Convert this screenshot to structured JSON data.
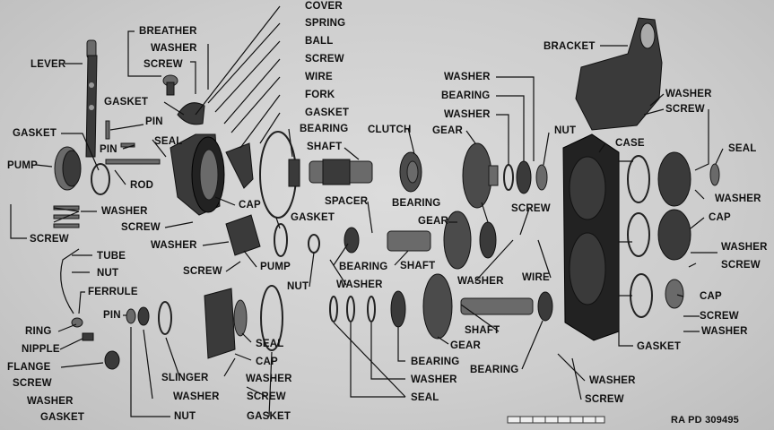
{
  "labels": {
    "cover": "COVER",
    "spring": "SPRING",
    "ball": "BALL",
    "screw_top": "SCREW",
    "wire_top": "WIRE",
    "fork": "FORK",
    "gasket_top": "GASKET",
    "breather": "BREATHER",
    "washer_top": "WASHER",
    "screw_breather": "SCREW",
    "lever": "LEVER",
    "gasket_left_top": "GASKET",
    "pin_upper": "PIN",
    "seal_left": "SEAL",
    "pin_lower": "PIN",
    "gasket_left": "GASKET",
    "pump_left": "PUMP",
    "rod": "ROD",
    "cap_mid": "CAP",
    "washer_left": "WASHER",
    "screw_left": "SCREW",
    "screw_mid": "SCREW",
    "washer_mid": "WASHER",
    "screw_mid2": "SCREW",
    "pump_mid": "PUMP",
    "gasket_pump": "GASKET",
    "bearing_shaft": "BEARING",
    "shaft_top": "SHAFT",
    "clutch": "CLUTCH",
    "spacer": "SPACER",
    "bearing_mid": "BEARING",
    "shaft_mid": "SHAFT",
    "nut_mid": "NUT",
    "washer_mid2": "WASHER",
    "tube": "TUBE",
    "nut_left": "NUT",
    "ferrule": "FERRULE",
    "ring": "RING",
    "nipple": "NIPPLE",
    "flange": "FLANGE",
    "screw_flange": "SCREW",
    "washer_flange": "WASHER",
    "gasket_flange": "GASKET",
    "pin_bottom": "PIN",
    "nut_bottom": "NUT",
    "slinger": "SLINGER",
    "washer_bottom": "WASHER",
    "seal_bottom": "SEAL",
    "cap_bottom": "CAP",
    "washer_bottom2": "WASHER",
    "screw_bottom": "SCREW",
    "gasket_bottom": "GASKET",
    "washer_gear1": "WASHER",
    "bearing_gear": "BEARING",
    "washer_gear2": "WASHER",
    "gear_top": "GEAR",
    "nut_right": "NUT",
    "screw_right": "SCREW",
    "bearing_gear2": "BEARING",
    "gear_mid": "GEAR",
    "washer_wire": "WASHER",
    "wire_right": "WIRE",
    "shaft_bottom": "SHAFT",
    "gear_bottom": "GEAR",
    "bearing_bottom1": "BEARING",
    "washer_bottom3": "WASHER",
    "seal_bottom2": "SEAL",
    "bearing_bottom2": "BEARING",
    "bracket": "BRACKET",
    "washer_bracket": "WASHER",
    "screw_bracket": "SCREW",
    "case": "CASE",
    "seal_right": "SEAL",
    "washer_right": "WASHER",
    "cap_right": "CAP",
    "washer_right2": "WASHER",
    "screw_right2": "SCREW",
    "cap_right2": "CAP",
    "screw_right3": "SCREW",
    "washer_right3": "WASHER",
    "gasket_right": "GASKET",
    "washer_screw_bottom": "WASHER",
    "screw_screw_bottom": "SCREW"
  },
  "reference": "RA PD 309495"
}
